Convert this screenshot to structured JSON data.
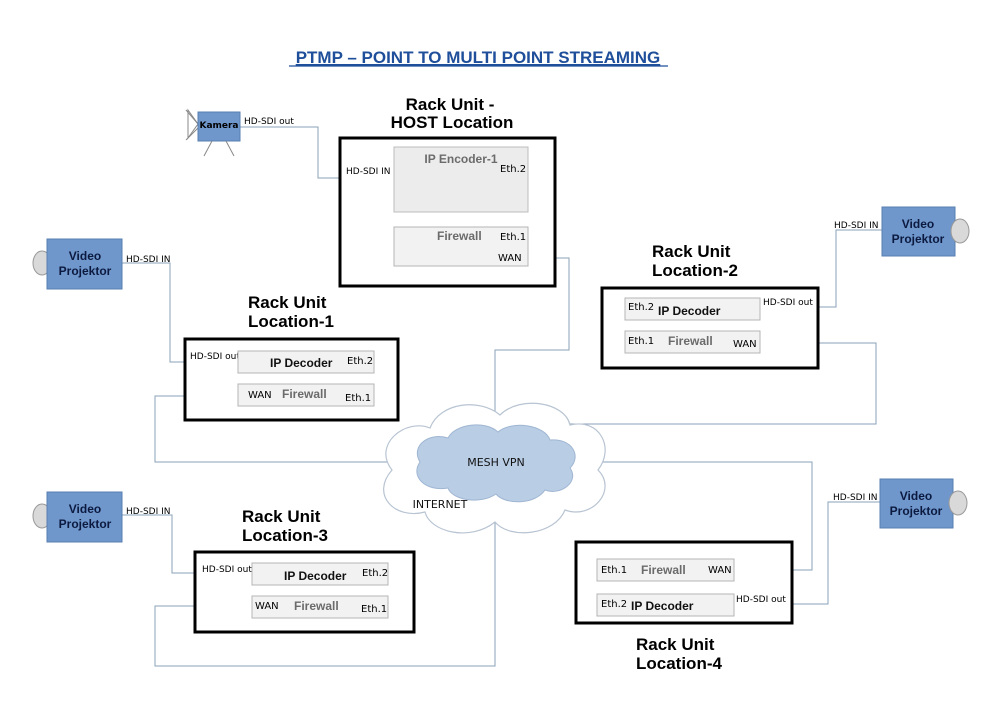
{
  "title": "PTMP – POINT TO MULTI POINT STREAMING",
  "host": {
    "rack_line1": "Rack Unit -",
    "rack_line2": "HOST Location",
    "encoder": "IP Encoder-1",
    "encoder_port": "Eth.2",
    "firewall": "Firewall",
    "firewall_eth": "Eth.1",
    "firewall_wan": "WAN",
    "in_label": "HD-SDI IN"
  },
  "camera": {
    "label": "Kamera",
    "out_label": "HD-SDI out"
  },
  "loc1": {
    "rack_line1": "Rack Unit",
    "rack_line2": "Location-1",
    "out_label": "HD-SDI out",
    "decoder": "IP Decoder",
    "decoder_port": "Eth.2",
    "wan": "WAN",
    "firewall": "Firewall",
    "firewall_eth": "Eth.1",
    "projector_line1": "Video",
    "projector_line2": "Projektor",
    "projector_in": "HD-SDI IN"
  },
  "loc2": {
    "rack_line1": "Rack Unit",
    "rack_line2": "Location-2",
    "decoder_port": "Eth.2",
    "decoder": "IP Decoder",
    "out_label": "HD-SDI out",
    "firewall_eth": "Eth.1",
    "firewall": "Firewall",
    "wan": "WAN",
    "projector_line1": "Video",
    "projector_line2": "Projektor",
    "projector_in": "HD-SDI IN"
  },
  "loc3": {
    "rack_line1": "Rack Unit",
    "rack_line2": "Location-3",
    "out_label": "HD-SDI out",
    "decoder": "IP Decoder",
    "decoder_port": "Eth.2",
    "wan": "WAN",
    "firewall": "Firewall",
    "firewall_eth": "Eth.1",
    "projector_line1": "Video",
    "projector_line2": "Projektor",
    "projector_in": "HD-SDI IN"
  },
  "loc4": {
    "rack_line1": "Rack Unit",
    "rack_line2": "Location-4",
    "firewall_eth": "Eth.1",
    "firewall": "Firewall",
    "wan": "WAN",
    "decoder_port": "Eth.2",
    "decoder": "IP Decoder",
    "out_label": "HD-SDI out",
    "projector_line1": "Video",
    "projector_line2": "Projektor",
    "projector_in": "HD-SDI IN"
  },
  "cloud": {
    "vpn": "MESH VPN",
    "internet": "INTERNET"
  },
  "colors": {
    "title": "#1f4e9a",
    "blue_box": "#6f97cc",
    "cloud_outer": "#ffffff",
    "cloud_inner": "#b9cde5",
    "wire": "#8aa0b8"
  }
}
